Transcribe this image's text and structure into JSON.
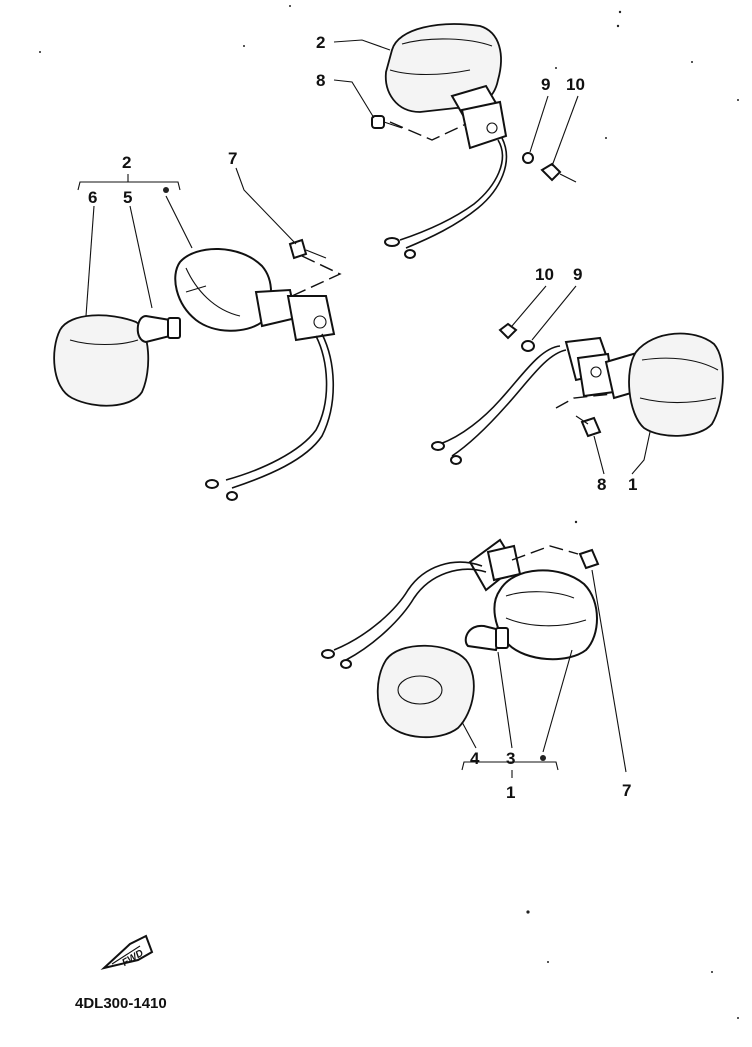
{
  "diagram": {
    "part_labels": {
      "top_assembly": "2",
      "top_screw": "8",
      "top_washer": "9",
      "top_nut": "10",
      "left_assembly": "2",
      "left_lens": "6",
      "left_bulb": "5",
      "left_screw": "7",
      "right_nut": "10",
      "right_washer": "9",
      "right_screw": "8",
      "right_assembly": "1",
      "bottom_lens": "4",
      "bottom_bulb": "3",
      "bottom_assembly": "1",
      "bottom_screw": "7"
    },
    "fwd_badge": "FWD",
    "figure_code": "4DL300-1410"
  }
}
